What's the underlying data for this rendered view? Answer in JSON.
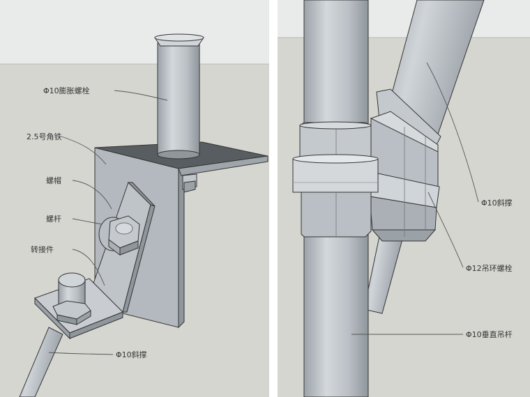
{
  "left_panel": {
    "labels": {
      "expansion_bolt": "Φ10膨胀螺栓",
      "angle_iron": "2.5号角铁",
      "nut": "螺帽",
      "screw_rod": "螺杆",
      "adapter": "转接件",
      "diagonal_brace": "Φ10斜撑"
    }
  },
  "right_panel": {
    "labels": {
      "diagonal_brace": "Φ10斜撑",
      "ring_bolt": "Φ12吊环螺栓",
      "vertical_rod": "Φ10垂直吊杆"
    }
  },
  "colors": {
    "ceiling": "#e9ebea",
    "ground": "#d6d6d1",
    "metal_light": "#c4c9cd",
    "metal_mid": "#aab0b5",
    "metal_dark": "#8e959b",
    "outline": "#333333"
  }
}
